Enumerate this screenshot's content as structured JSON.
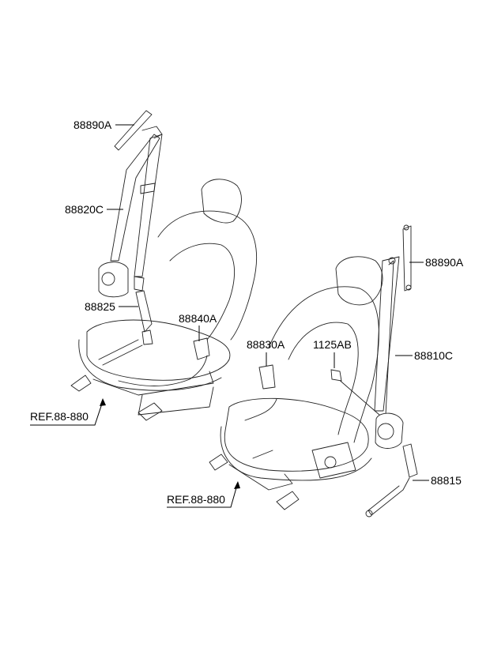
{
  "diagram": {
    "labels": {
      "part_88890a_left": "88890A",
      "part_88820c": "88820C",
      "part_88825": "88825",
      "part_88840a": "88840A",
      "ref_left": "REF.88-880",
      "part_88830a": "88830A",
      "part_1125ab": "1125AB",
      "part_88810c": "88810C",
      "part_88890a_right": "88890A",
      "part_88815": "88815",
      "ref_bottom": "REF.88-880"
    }
  }
}
